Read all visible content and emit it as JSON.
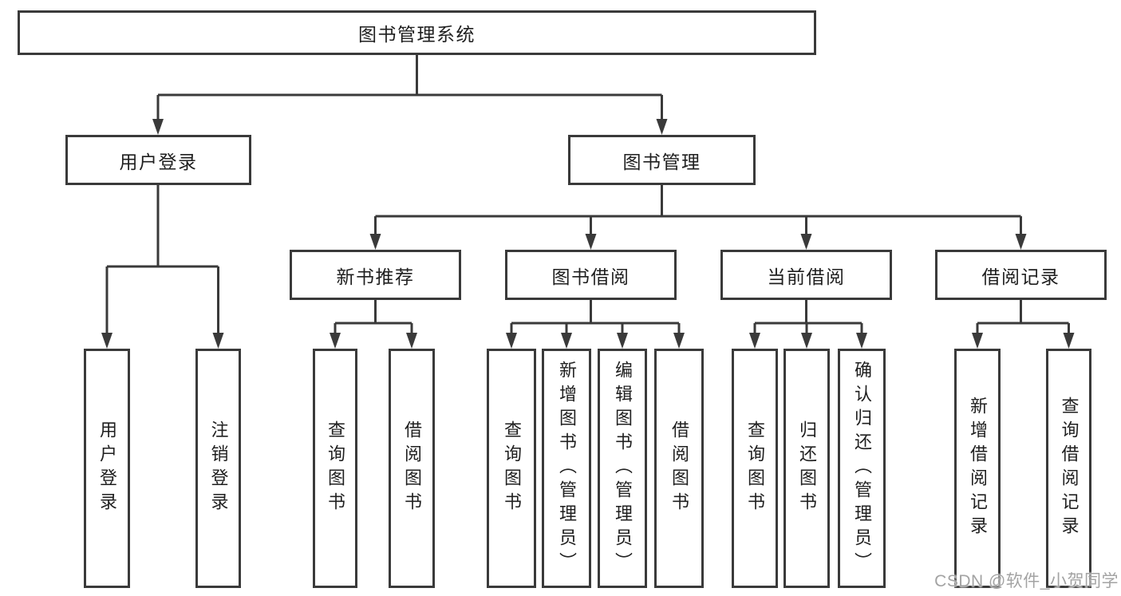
{
  "diagram": {
    "root": {
      "label": "图书管理系统"
    },
    "branches": [
      {
        "label": "用户登录",
        "children": [
          {
            "label": "用户登录"
          },
          {
            "label": "注销登录"
          }
        ]
      },
      {
        "label": "图书管理",
        "children": [
          {
            "label": "新书推荐",
            "children": [
              {
                "label": "查询图书"
              },
              {
                "label": "借阅图书"
              }
            ]
          },
          {
            "label": "图书借阅",
            "children": [
              {
                "label": "查询图书"
              },
              {
                "label": "新增图书（管理员）"
              },
              {
                "label": "编辑图书（管理员）"
              },
              {
                "label": "借阅图书"
              }
            ]
          },
          {
            "label": "当前借阅",
            "children": [
              {
                "label": "查询图书"
              },
              {
                "label": "归还图书"
              },
              {
                "label": "确认归还（管理员）"
              }
            ]
          },
          {
            "label": "借阅记录",
            "children": [
              {
                "label": "新增借阅记录"
              },
              {
                "label": "查询借阅记录"
              }
            ]
          }
        ]
      }
    ]
  },
  "watermark": {
    "text": "CSDN @软件_小贺同学"
  },
  "colors": {
    "line": "#3a3a3a",
    "text": "#1f1f1f",
    "background": "#ffffff",
    "watermark": "#a3a3a3"
  }
}
